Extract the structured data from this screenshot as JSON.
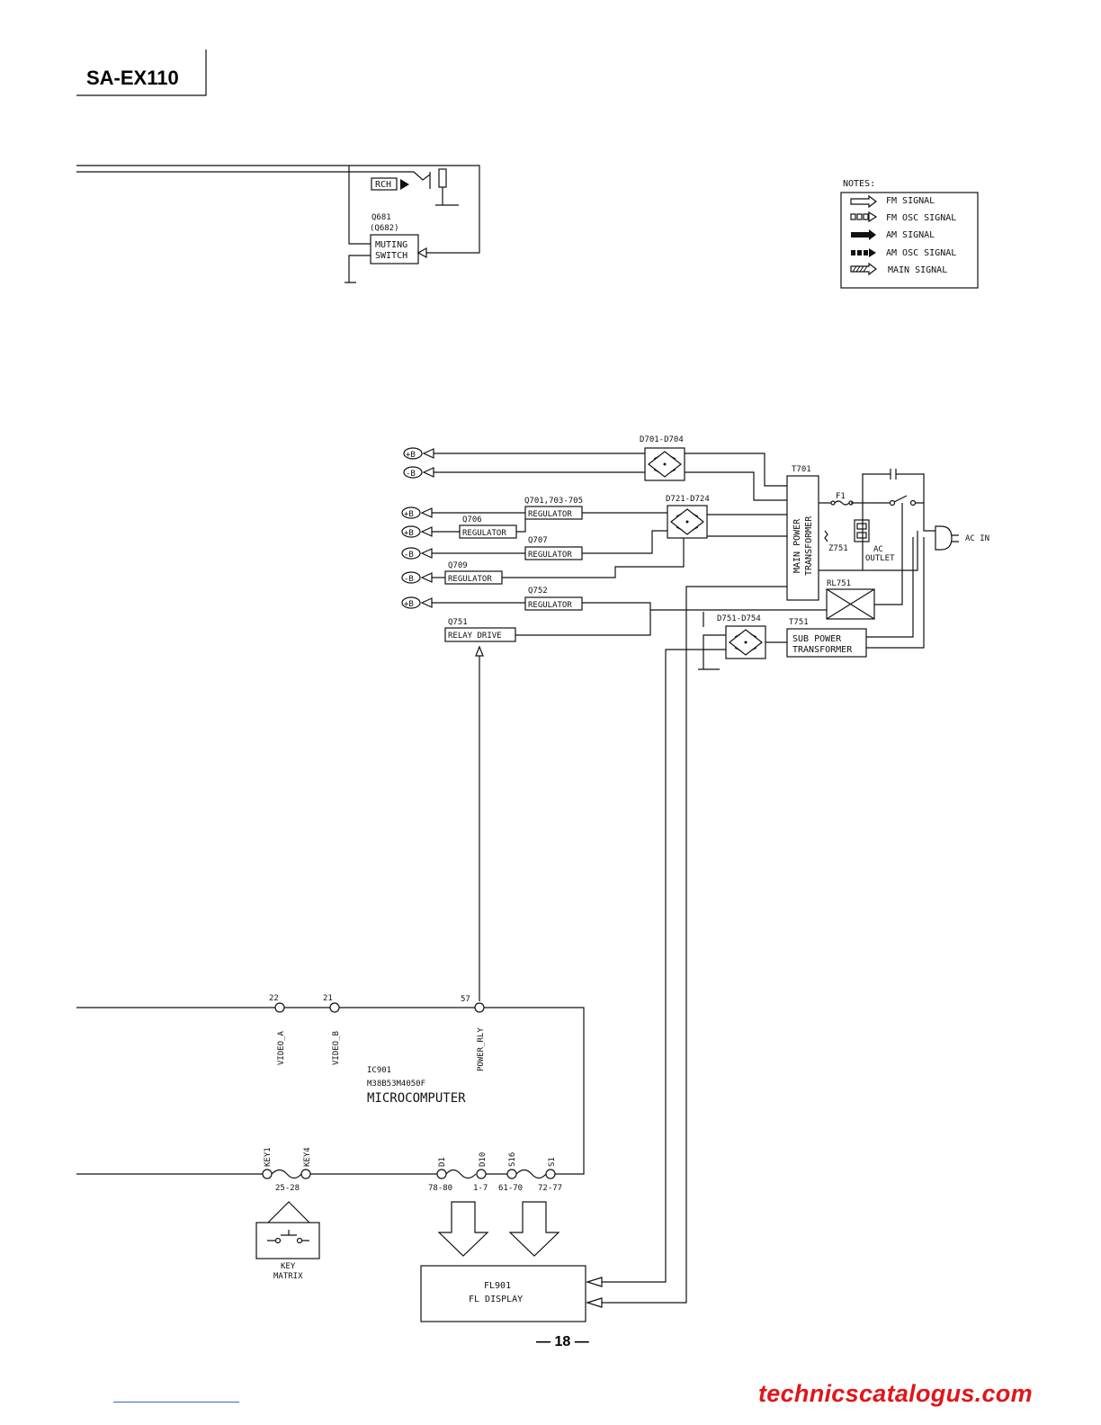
{
  "header": {
    "model": "SA-EX110"
  },
  "footer": {
    "page_number": "— 18 —",
    "watermark": "technicscatalogus.com"
  },
  "notes": {
    "title": "NOTES:",
    "items": [
      "FM SIGNAL",
      "FM OSC SIGNAL",
      "AM SIGNAL",
      "AM OSC SIGNAL",
      "MAIN SIGNAL"
    ]
  },
  "muting": {
    "rch_label": "RCH",
    "q681": "Q681",
    "q682": "(Q682)",
    "switch_line1": "MUTING",
    "switch_line2": "SWITCH"
  },
  "power": {
    "rails": [
      "+B",
      "-B",
      "+B",
      "+B",
      "-B",
      "-B",
      "+B"
    ],
    "d701": "D701-D704",
    "d721": "D721-D724",
    "d751": "D751-D754",
    "q701": "Q701,703-705",
    "q706": "Q706",
    "q707": "Q707",
    "q709": "Q709",
    "q752": "Q752",
    "q751": "Q751",
    "regulator": "REGULATOR",
    "relay_drive": "RELAY DRIVE",
    "t701": "T701",
    "main_tf_line1": "MAIN POWER",
    "main_tf_line2": "TRANSFORMER",
    "f1": "F1",
    "z751": "Z751",
    "ac_outlet_line1": "AC",
    "ac_outlet_line2": "OUTLET",
    "ac_in": "AC IN",
    "rl751": "RL751",
    "t751": "T751",
    "sub_tf_line1": "SUB POWER",
    "sub_tf_line2": "TRANSFORMER"
  },
  "micro": {
    "pin22": "22",
    "pin21": "21",
    "pin57": "57",
    "video_a": "VIDEO_A",
    "video_b": "VIDEO_B",
    "power_rly": "POWER_RLY",
    "ic": "IC901",
    "part": "M38B53M4050F",
    "name": "MICROCOMPUTER",
    "key1": "KEY1",
    "key4": "KEY4",
    "d1": "D1",
    "d10": "D10",
    "s16": "S16",
    "s1": "S1",
    "pins_key": "25-28",
    "pins_d1": "78-80",
    "pins_d10": "1-7",
    "pins_s16": "61-70",
    "pins_s1": "72-77",
    "key_matrix_line1": "KEY",
    "key_matrix_line2": "MATRIX",
    "fl901": "FL901",
    "fl_display": "FL DISPLAY"
  }
}
